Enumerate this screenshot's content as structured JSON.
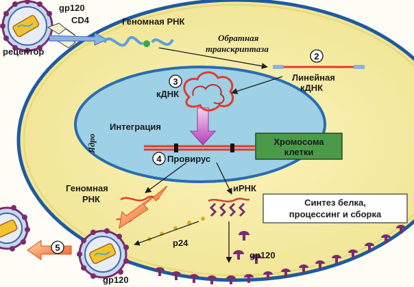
{
  "labels": {
    "gp120_top": "gp120",
    "cd4": "CD4",
    "receptor": "рецептор",
    "genomic_rna_top": "Геномная РНК",
    "reverse_line1": "Обратная",
    "reverse_line2": "транскриптаза",
    "linear_line1": "Линейная",
    "linear_line2": "кДНК",
    "cdna": "кДНК",
    "integration": "Интеграция",
    "nucleus": "Ядро",
    "chromosome_line1": "Хромосома",
    "chromosome_line2": "клетки",
    "provirus": "Провирус",
    "genomic_rna_bottom_line1": "Геномная",
    "genomic_rna_bottom_line2": "РНК",
    "mrna": "иРНК",
    "synthesis_line1": "Синтез белка,",
    "synthesis_line2": "процессинг и сборка",
    "p24": "p24",
    "gp120_right": "gp120",
    "gp120_bottom": "gp120"
  },
  "steps": [
    "2",
    "3",
    "4",
    "5"
  ],
  "colors": {
    "cell": "#f6eea4",
    "cell_border": "#1f5aa0",
    "nucleus": "#9ed0e6",
    "nucleus_border": "#2b6cb0",
    "chromosome_box": "#4a9a4a",
    "rna": "#5aa0dc",
    "dna": "#e23a2a",
    "protein": "#7b2b6e",
    "arrow_fill": "#f47a3a",
    "virus_ring": "#7b2b6e"
  }
}
